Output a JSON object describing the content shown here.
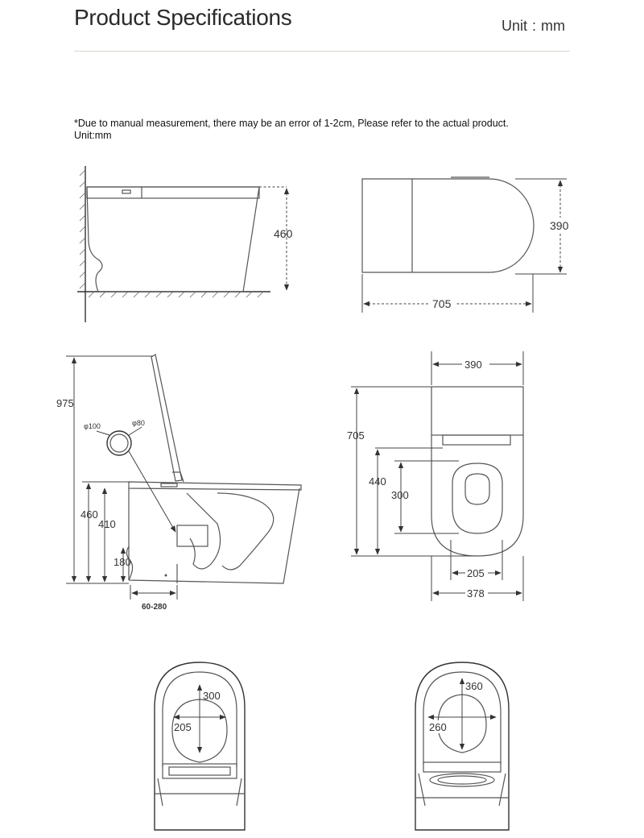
{
  "header": {
    "title": "Product Specifications",
    "unit_label": "Unit",
    "unit_separator": ":",
    "unit_value": "mm"
  },
  "notice": {
    "line1": "*Due to manual measurement, there may be an error of 1-2cm, Please refer to the actual product.",
    "line2": "Unit:mm"
  },
  "side_view": {
    "height": "460"
  },
  "top_view": {
    "length": "705",
    "width": "390"
  },
  "section_view": {
    "total_height": "975",
    "seat_height": "460",
    "rim_height": "410",
    "outlet_height": "180",
    "rough_in": "60-280",
    "outer_diameter": "φ100",
    "inner_diameter": "φ80"
  },
  "front_view": {
    "width": "390",
    "length": "705",
    "opening_front": "440",
    "opening_length": "300",
    "opening_width": "205",
    "base_width": "378"
  },
  "seat_view_left": {
    "opening_length": "300",
    "opening_width": "205"
  },
  "seat_view_right": {
    "opening_length": "360",
    "opening_width": "260"
  }
}
